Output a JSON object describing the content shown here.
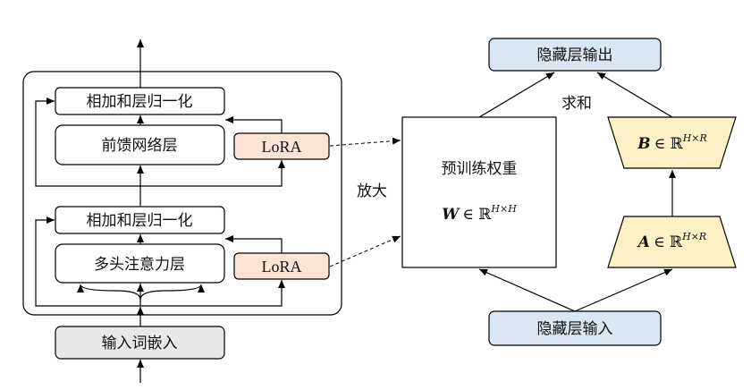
{
  "left_block": {
    "add_norm_top": "相加和层归一化",
    "ffn": "前馈网络层",
    "lora_top": "LoRA",
    "add_norm_bottom": "相加和层归一化",
    "mhsa": "多头注意力层",
    "lora_bottom": "LoRA",
    "input_embed": "输入词嵌入"
  },
  "middle": {
    "amplify": "放大",
    "pretrained_title": "预训练权重",
    "W_symbol": "W",
    "W_in": "∈ ℝ",
    "W_sup": "H×H"
  },
  "right_block": {
    "hidden_output": "隐藏层输出",
    "sum": "求和",
    "B_symbol": "B",
    "B_in": "∈ ℝ",
    "B_sup": "H×R",
    "A_symbol": "A",
    "A_in": "∈ ℝ",
    "A_sup": "H×R",
    "hidden_input": "隐藏层输入"
  },
  "colors": {
    "lora_fill": "#fbe3d6",
    "matrix_fill": "#fdf0c6",
    "io_fill": "#dae6f1",
    "embed_fill": "#e8e8e8"
  }
}
